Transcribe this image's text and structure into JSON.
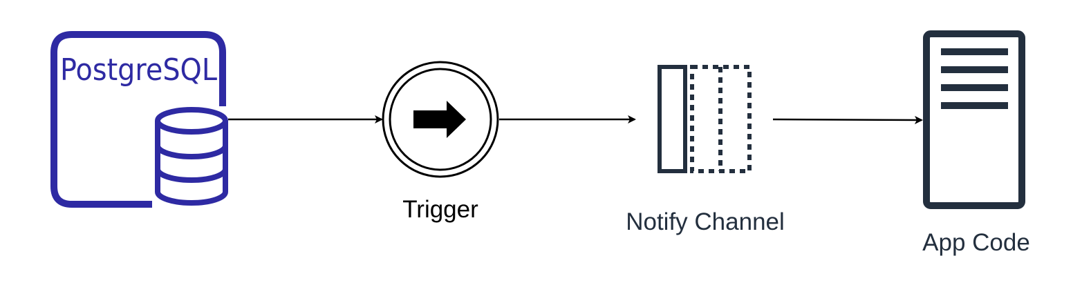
{
  "diagram": {
    "nodes": {
      "postgres": {
        "label": "PostgreSQL",
        "icon": "database-icon",
        "color": "#2E2AA3"
      },
      "trigger": {
        "label": "Trigger",
        "icon": "arrow-right-icon",
        "color": "#000000"
      },
      "notify": {
        "label": "Notify Channel",
        "icon": "queue-channel-icon",
        "color": "#232F3E"
      },
      "app": {
        "label": "App Code",
        "icon": "server-document-icon",
        "color": "#232F3E"
      }
    },
    "edges": [
      {
        "from": "PostgreSQL",
        "to": "Trigger"
      },
      {
        "from": "Trigger",
        "to": "Notify Channel"
      },
      {
        "from": "Notify Channel",
        "to": "App Code"
      }
    ]
  }
}
